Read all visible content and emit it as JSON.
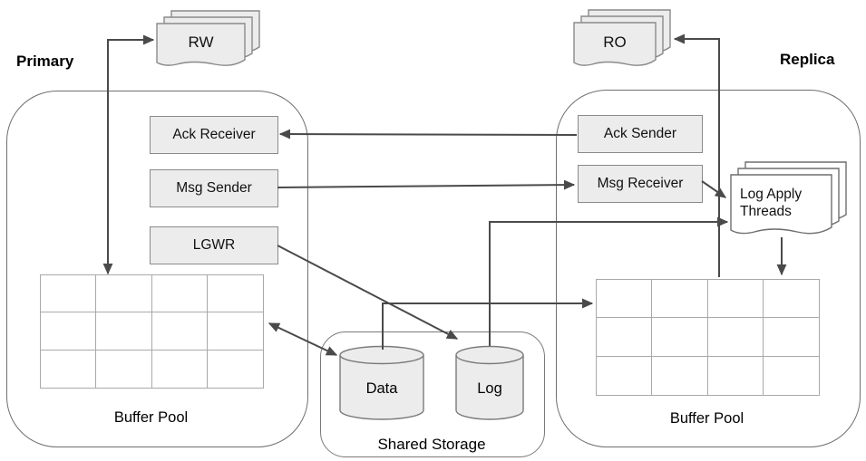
{
  "diagram": {
    "primary": {
      "label": "Primary",
      "client": "RW",
      "boxes": {
        "ack_receiver": "Ack Receiver",
        "msg_sender": "Msg Sender",
        "lgwr": "LGWR"
      },
      "buffer_pool": "Buffer Pool"
    },
    "replica": {
      "label": "Replica",
      "client": "RO",
      "boxes": {
        "ack_sender": "Ack Sender",
        "msg_receiver": "Msg Receiver"
      },
      "log_apply": "Log Apply Threads",
      "buffer_pool": "Buffer Pool"
    },
    "shared_storage": {
      "label": "Shared Storage",
      "data_disk": "Data",
      "log_disk": "Log"
    },
    "colors": {
      "box_fill": "#ececec",
      "outline": "#6f6f6f",
      "arrow": "#4a4a4a",
      "grid_line": "#a9a9a9"
    }
  }
}
